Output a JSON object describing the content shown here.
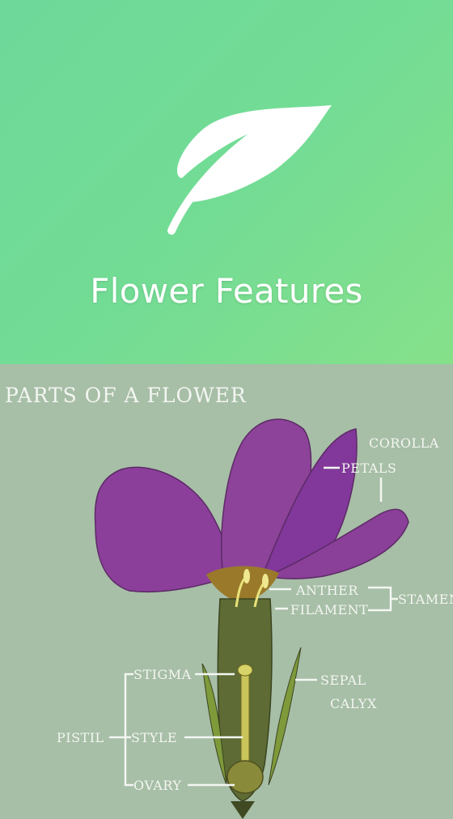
{
  "header": {
    "title": "Flower Features",
    "icon": "leaf-icon",
    "gradient": [
      "#6ed89a",
      "#86e08a"
    ]
  },
  "diagram": {
    "title": "PARTS OF A FLOWER",
    "labels": {
      "corolla": "COROLLA",
      "petals": "PETALS",
      "anther": "ANTHER",
      "filament": "FILAMENT",
      "stamen": "STAMEN",
      "stigma": "STIGMA",
      "sepal": "SEPAL",
      "calyx": "CALYX",
      "pistil": "PISTIL",
      "style": "STYLE",
      "ovary": "OVARY"
    }
  }
}
